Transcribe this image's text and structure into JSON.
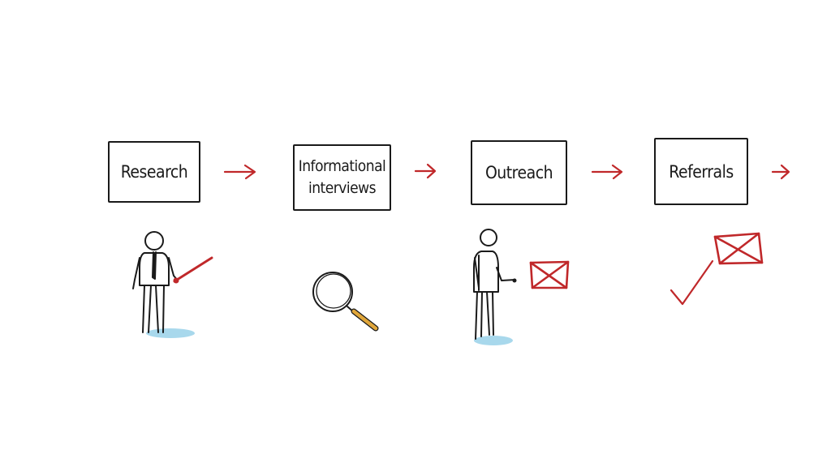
{
  "diagram": {
    "type": "process-flow",
    "steps": [
      {
        "label": "Research",
        "illustration": "person-with-pointer"
      },
      {
        "label": "Informational\ninterviews",
        "illustration": "magnifying-glass"
      },
      {
        "label": "Outreach",
        "illustration": "person-with-envelope"
      },
      {
        "label": "Referrals",
        "illustration": "checkmark-with-envelope"
      }
    ],
    "connector": "arrow-right",
    "colors": {
      "stroke": "#1a1a1a",
      "accent": "#c0282a",
      "shadow": "#a8d8ec",
      "handle": "#e0a63a"
    }
  }
}
